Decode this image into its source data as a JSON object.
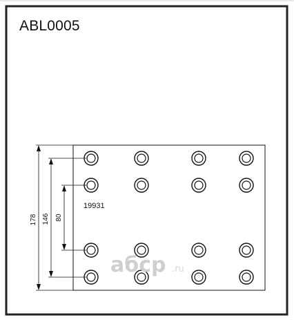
{
  "part_number": "ABL0005",
  "lining_code": "19931",
  "dimensions": {
    "overall": "178",
    "outer_rivet_rows": "146",
    "inner_rivet_rows": "80"
  },
  "rivet_grid": {
    "rows": 4,
    "columns": 4
  },
  "watermark": {
    "text": "aбcp",
    "suffix": ".ru"
  },
  "colors": {
    "line": "#111111",
    "watermark": "#c9c9c9",
    "frame": "#222222"
  }
}
